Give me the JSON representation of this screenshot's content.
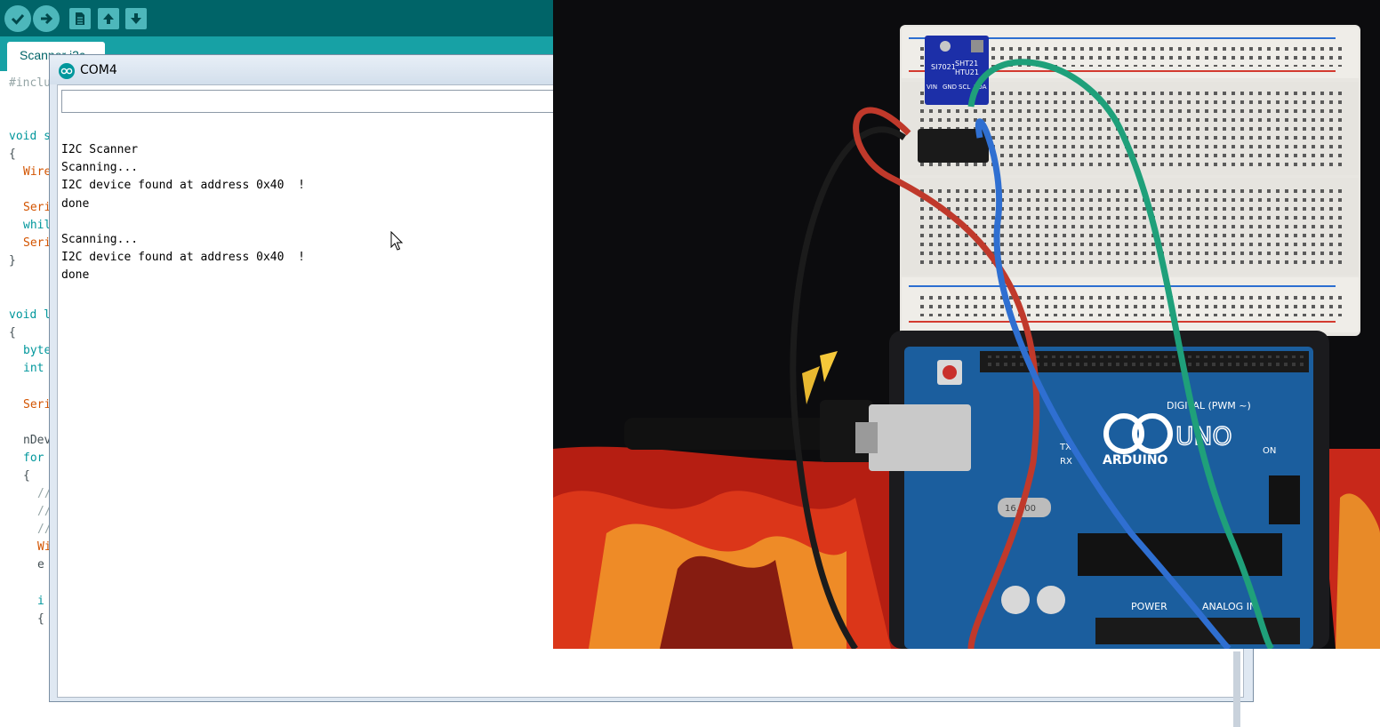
{
  "ide": {
    "toolbar": {
      "verify_icon": "checkmark-icon",
      "upload_icon": "right-arrow-icon",
      "new_icon": "document-icon",
      "open_icon": "up-arrow-icon",
      "save_icon": "down-arrow-icon"
    },
    "tab_label": "Scanner i2c",
    "code_lines": [
      "#inclu",
      "void s",
      "{",
      "Wire",
      "Seri",
      "whil",
      "Seri",
      "}",
      "void l",
      "{",
      "byte",
      "int",
      "Seri",
      "nDev",
      "for",
      "{",
      "//",
      "//",
      "//",
      "Wi",
      "e",
      "i",
      "{"
    ]
  },
  "serial_monitor": {
    "title": "COM4",
    "input_value": "",
    "output": [
      "I2C Scanner",
      "Scanning...",
      "I2C device found at address 0x40  !",
      "done",
      "",
      "Scanning...",
      "I2C device found at address 0x40  !",
      "done"
    ]
  },
  "photo": {
    "sensor_labels": [
      "SI7021",
      "SHT21",
      "HTU21"
    ],
    "pin_labels": [
      "VIN",
      "GND",
      "SCL",
      "SDA"
    ],
    "board_text": {
      "brand": "ARDUINO",
      "model": "UNO",
      "digital": "DIGITAL (PWM ~)",
      "power": "POWER",
      "analog": "ANALOG IN",
      "on": "ON",
      "tx": "TX",
      "rx": "RX",
      "crystal": "16.000"
    }
  },
  "colors": {
    "ide_teal_dark": "#006468",
    "ide_teal": "#17a1a5",
    "wire_red": "#c0392b",
    "wire_blue": "#2f6fd1",
    "wire_green": "#1fa07a",
    "wire_black": "#1b1b1b",
    "board_blue": "#1b5e9e"
  }
}
